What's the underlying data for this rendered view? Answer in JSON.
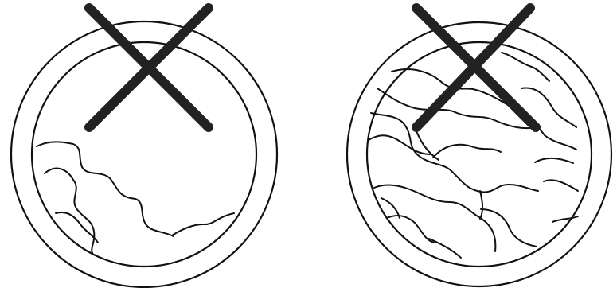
{
  "figure": {
    "panels": [
      {
        "id": "left",
        "mark": "x-mark",
        "crack_density": "low",
        "stroke_color": "#111111",
        "stick_color": "#222222"
      },
      {
        "id": "right",
        "mark": "x-mark",
        "crack_density": "high",
        "stroke_color": "#111111",
        "stick_color": "#222222"
      }
    ]
  }
}
